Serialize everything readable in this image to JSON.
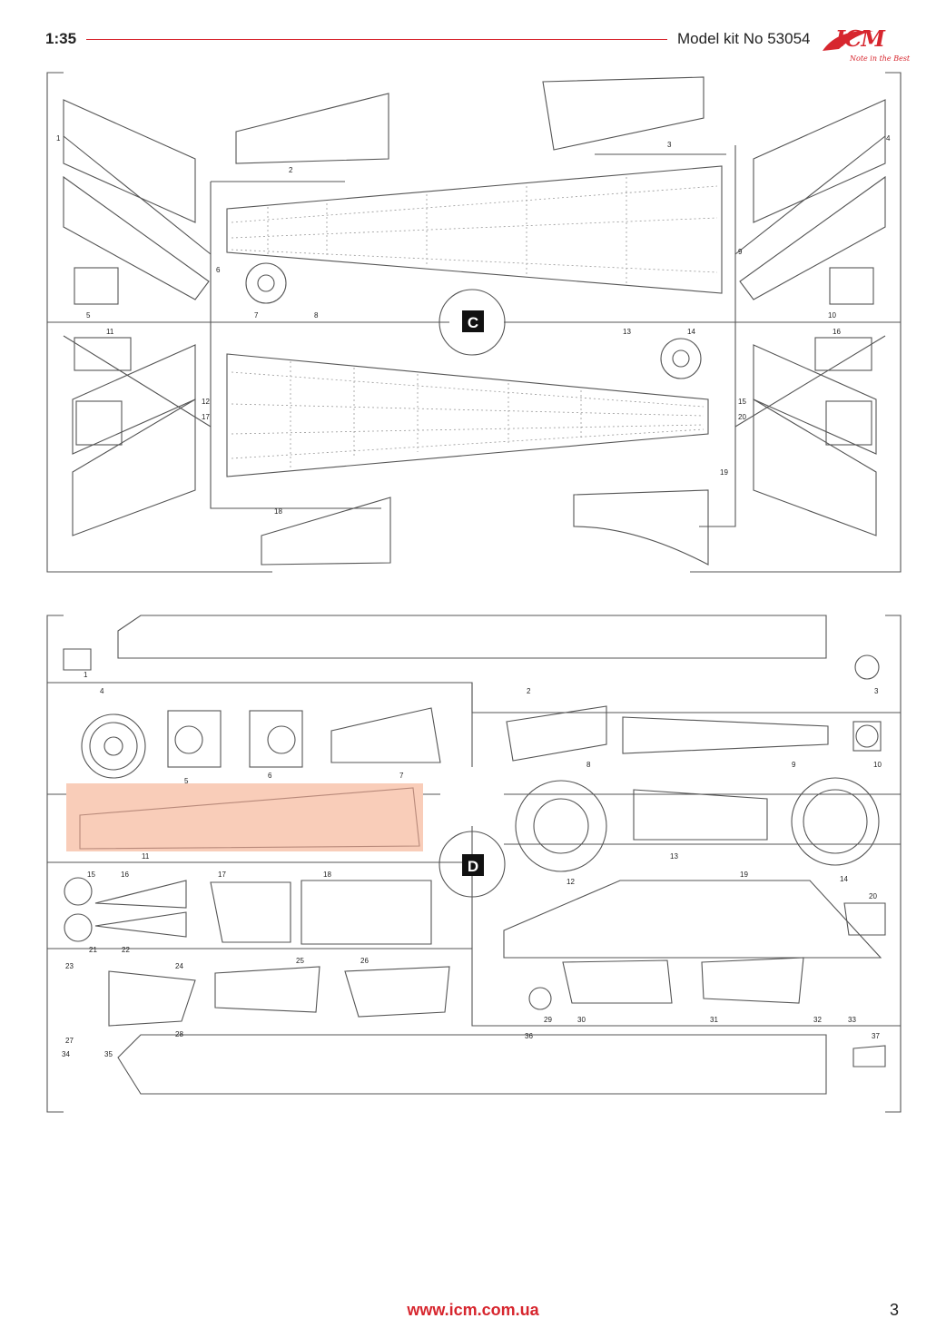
{
  "header": {
    "scale": "1:35",
    "kit_label": "Model kit No 53054",
    "logo": "ICM",
    "logo_tagline": "Note in the Best"
  },
  "sprue_c": {
    "letter": "C",
    "part_numbers": [
      "1",
      "2",
      "3",
      "4",
      "5",
      "6",
      "7",
      "8",
      "9",
      "10",
      "11",
      "12",
      "13",
      "14",
      "15",
      "16",
      "17",
      "18",
      "19",
      "20"
    ]
  },
  "sprue_d": {
    "letter": "D",
    "part_numbers": [
      "1",
      "2",
      "3",
      "4",
      "5",
      "6",
      "7",
      "8",
      "9",
      "10",
      "11",
      "12",
      "13",
      "14",
      "15",
      "16",
      "17",
      "18",
      "19",
      "20",
      "21",
      "22",
      "23",
      "24",
      "25",
      "26",
      "27",
      "28",
      "29",
      "30",
      "31",
      "32",
      "33",
      "34",
      "35",
      "36",
      "37"
    ],
    "highlight_color": "#f9cdb9"
  },
  "footer": {
    "url": "www.icm.com.ua",
    "page_number": "3"
  },
  "colors": {
    "accent": "#d7262e",
    "line": "#555555"
  }
}
